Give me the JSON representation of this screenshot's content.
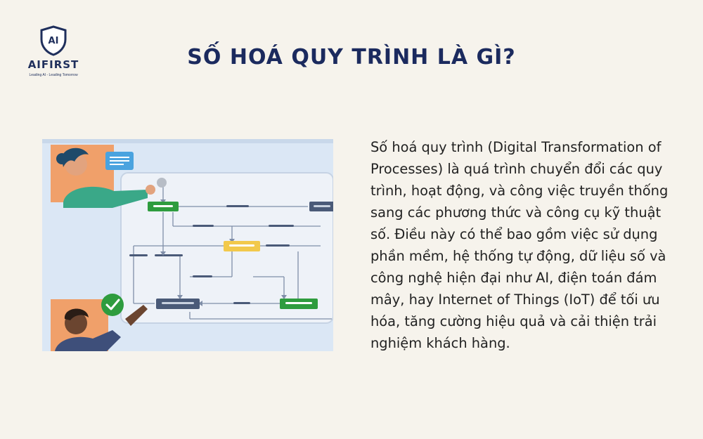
{
  "brand": {
    "name": "AIFIRST",
    "badge_text": "AI",
    "tagline": "Leading AI - Leading Tomorrow",
    "color": "#1f2f5c"
  },
  "heading": "SỐ HOÁ QUY TRÌNH LÀ GÌ?",
  "body": "Số hoá quy trình (Digital Transformation of Processes) là quá trình chuyển đổi các quy trình, hoạt động, và công việc truyền thống sang các phương thức và công cụ kỹ thuật số. Điều này có thể bao gồm việc sử dụng phần mềm, hệ thống tự động, dữ liệu số và công nghệ hiện đại như AI, điện toán đám mây, hay Internet of Things (IoT) để tối ưu hóa, tăng cường hiệu quả và cải thiện trải nghiệm khách hàng.",
  "colors": {
    "background": "#f6f3ec",
    "heading": "#1b2a5e",
    "illustration_bg": "#dbe7f5",
    "green": "#2e9c3e",
    "yellow": "#f2c94c",
    "navy": "#4a5a78",
    "orange": "#f0a06a",
    "teal": "#3aa888"
  }
}
